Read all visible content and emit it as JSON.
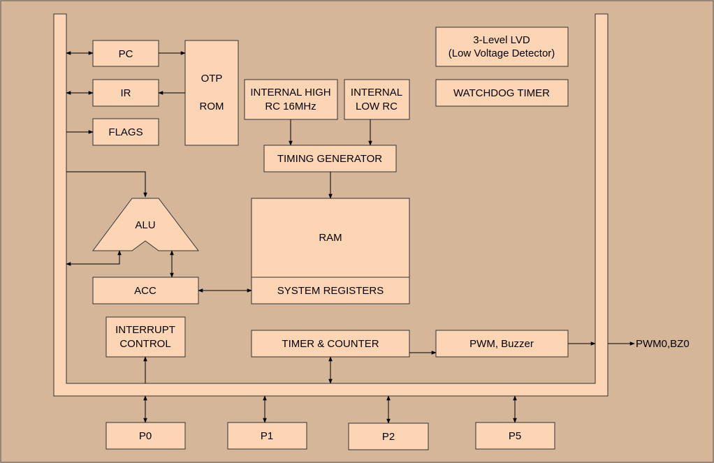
{
  "colors": {
    "background": "#d6b699",
    "block_fill": "#fcd5b4",
    "outline": "#333333"
  },
  "blocks": {
    "pc": "PC",
    "ir": "IR",
    "flags": "FLAGS",
    "otp_rom": [
      "OTP",
      "ROM"
    ],
    "internal_high_rc": [
      "INTERNAL HIGH",
      "RC 16MHz"
    ],
    "internal_low_rc": [
      "INTERNAL",
      "LOW RC"
    ],
    "lvd": [
      "3-Level LVD",
      "(Low Voltage Detector)"
    ],
    "watchdog_timer": "WATCHDOG TIMER",
    "timing_generator": "TIMING GENERATOR",
    "alu": "ALU",
    "ram": "RAM",
    "system_registers": "SYSTEM REGISTERS",
    "acc": "ACC",
    "interrupt_control": [
      "INTERRUPT",
      "CONTROL"
    ],
    "timer_counter": "TIMER & COUNTER",
    "pwm_buzzer": "PWM, Buzzer",
    "output_label": "PWM0,BZ0",
    "ports": [
      "P0",
      "P1",
      "P2",
      "P5"
    ]
  }
}
